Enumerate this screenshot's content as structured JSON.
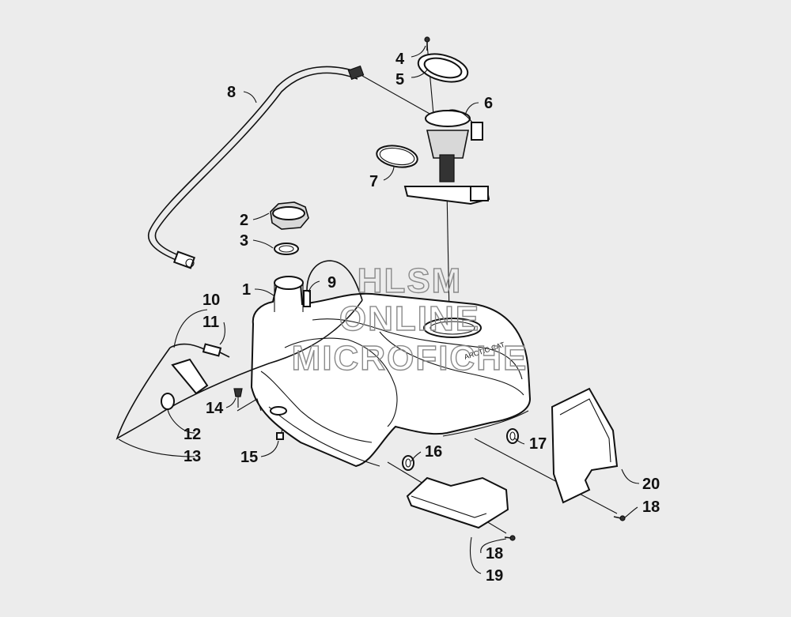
{
  "watermark": {
    "line1": "HLSM",
    "line2": "ONLINE",
    "line3": "MICROFICHE"
  },
  "tank_label": "ARCTIC CAT",
  "callouts": {
    "c1": "1",
    "c2": "2",
    "c3": "3",
    "c4": "4",
    "c5": "5",
    "c6": "6",
    "c7": "7",
    "c8": "8",
    "c9": "9",
    "c10": "10",
    "c11": "11",
    "c12": "12",
    "c13": "13",
    "c14": "14",
    "c15": "15",
    "c16": "16",
    "c17": "17",
    "c18a": "18",
    "c18b": "18",
    "c19": "19",
    "c20": "20"
  }
}
